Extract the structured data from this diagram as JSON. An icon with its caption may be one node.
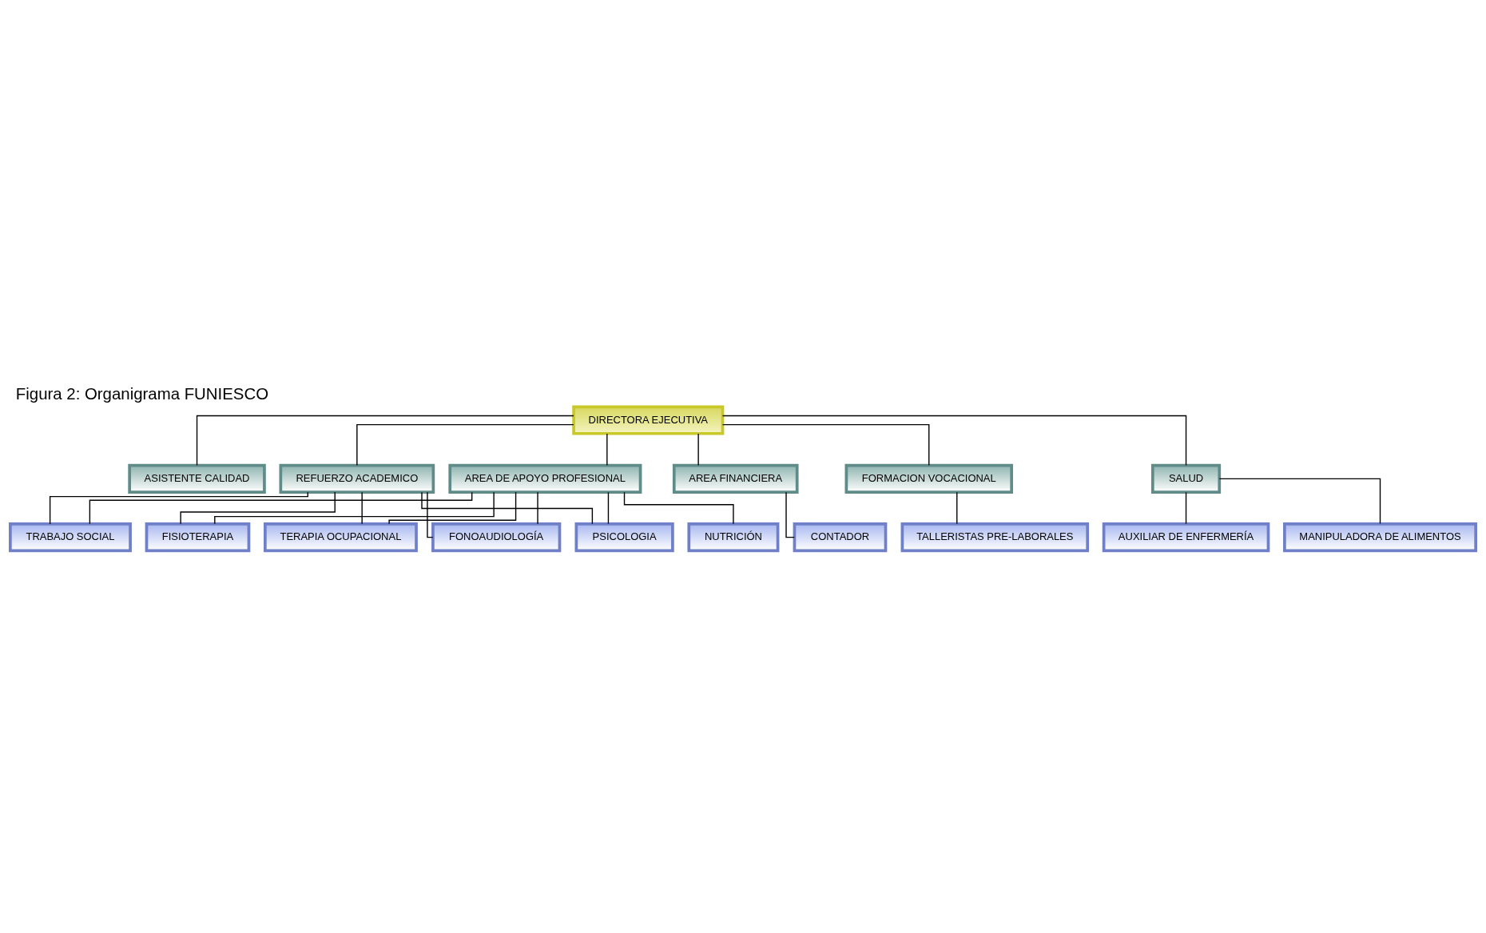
{
  "diagram": {
    "title": "Figura 2: Organigrama FUNIESCO",
    "nodes": [
      {
        "text": [
          "DIRECTORA EJECUTIVA"
        ]
      },
      {
        "text": [
          "ASISTENTE CALIDAD"
        ]
      },
      {
        "text": [
          "AREA DE APOYO PROFESIONAL"
        ]
      },
      {
        "text": [
          "REFUERZO ACADEMICO"
        ]
      },
      {
        "text": [
          "AREA FINANCIERA"
        ]
      },
      {
        "text": [
          "FORMACION VOCACIONAL"
        ]
      },
      {
        "text": [
          "SALUD"
        ]
      },
      {
        "text": [
          "PSICOLOGIA"
        ]
      },
      {
        "text": [
          "TRABAJO SOCIAL"
        ]
      },
      {
        "text": [
          "FISIOTERAPIA"
        ]
      },
      {
        "text": [
          "TERAPIA OCUPACIONAL"
        ]
      },
      {
        "text": [
          "FONOAUDIOLOGÍA"
        ]
      },
      {
        "text": [
          "NUTRICIÓN"
        ]
      },
      {
        "text": [
          "CONTADOR"
        ]
      },
      {
        "text": [
          "TALLERISTAS PRE-LABORALES"
        ]
      },
      {
        "text": [
          "AUXILIAR DE ENFERMERÍA"
        ]
      },
      {
        "text": [
          "MANIPULADORA DE ALIMENTOS"
        ]
      }
    ],
    "edges": [
      {
        "from": 0,
        "to": 1,
        "arrow": "none"
      },
      {
        "from": 0,
        "to": 2,
        "arrow": "none"
      },
      {
        "from": 0,
        "to": 3,
        "arrow": "none"
      },
      {
        "from": 0,
        "to": 4,
        "arrow": "none"
      },
      {
        "from": 0,
        "to": 5,
        "arrow": "none"
      },
      {
        "from": 0,
        "to": 6,
        "arrow": "none"
      },
      {
        "from": 2,
        "to": 7,
        "arrow": "none"
      },
      {
        "from": 2,
        "to": 8,
        "arrow": "none"
      },
      {
        "from": 2,
        "to": 9,
        "arrow": "none"
      },
      {
        "from": 2,
        "to": 10,
        "arrow": "none"
      },
      {
        "from": 2,
        "to": 11,
        "arrow": "none"
      },
      {
        "from": 2,
        "to": 12,
        "arrow": "none"
      },
      {
        "from": 3,
        "to": 7,
        "arrow": "none"
      },
      {
        "from": 3,
        "to": 8,
        "arrow": "none"
      },
      {
        "from": 3,
        "to": 9,
        "arrow": "none"
      },
      {
        "from": 3,
        "to": 10,
        "arrow": "none"
      },
      {
        "from": 3,
        "to": 11,
        "arrow": "none"
      },
      {
        "from": 4,
        "to": 13,
        "arrow": "none"
      },
      {
        "from": 5,
        "to": 14,
        "arrow": "none"
      },
      {
        "from": 6,
        "to": 15,
        "arrow": "none"
      },
      {
        "from": 6,
        "to": 16,
        "arrow": "none"
      }
    ]
  }
}
